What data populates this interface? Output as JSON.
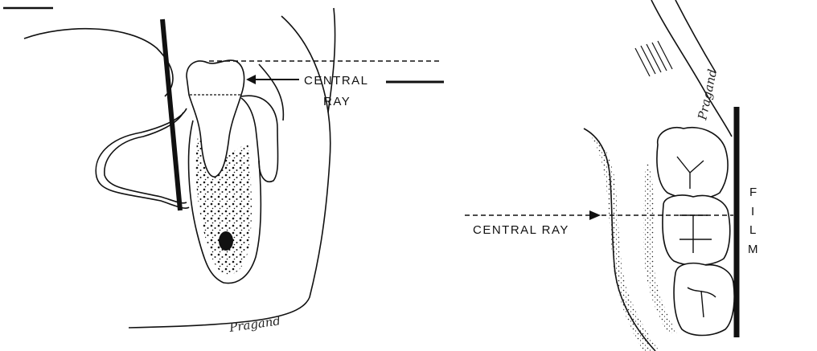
{
  "left_figure": {
    "central_ray_label_line1": "CENTRAL",
    "central_ray_label_line2": "RAY",
    "artist_signature": "Pragand"
  },
  "right_figure": {
    "central_ray_label": "CENTRAL RAY",
    "film_label_letters": [
      "F",
      "I",
      "L",
      "M"
    ],
    "artist_signature": "Pragand"
  },
  "colors": {
    "ink": "#111111",
    "paper": "#ffffff"
  }
}
